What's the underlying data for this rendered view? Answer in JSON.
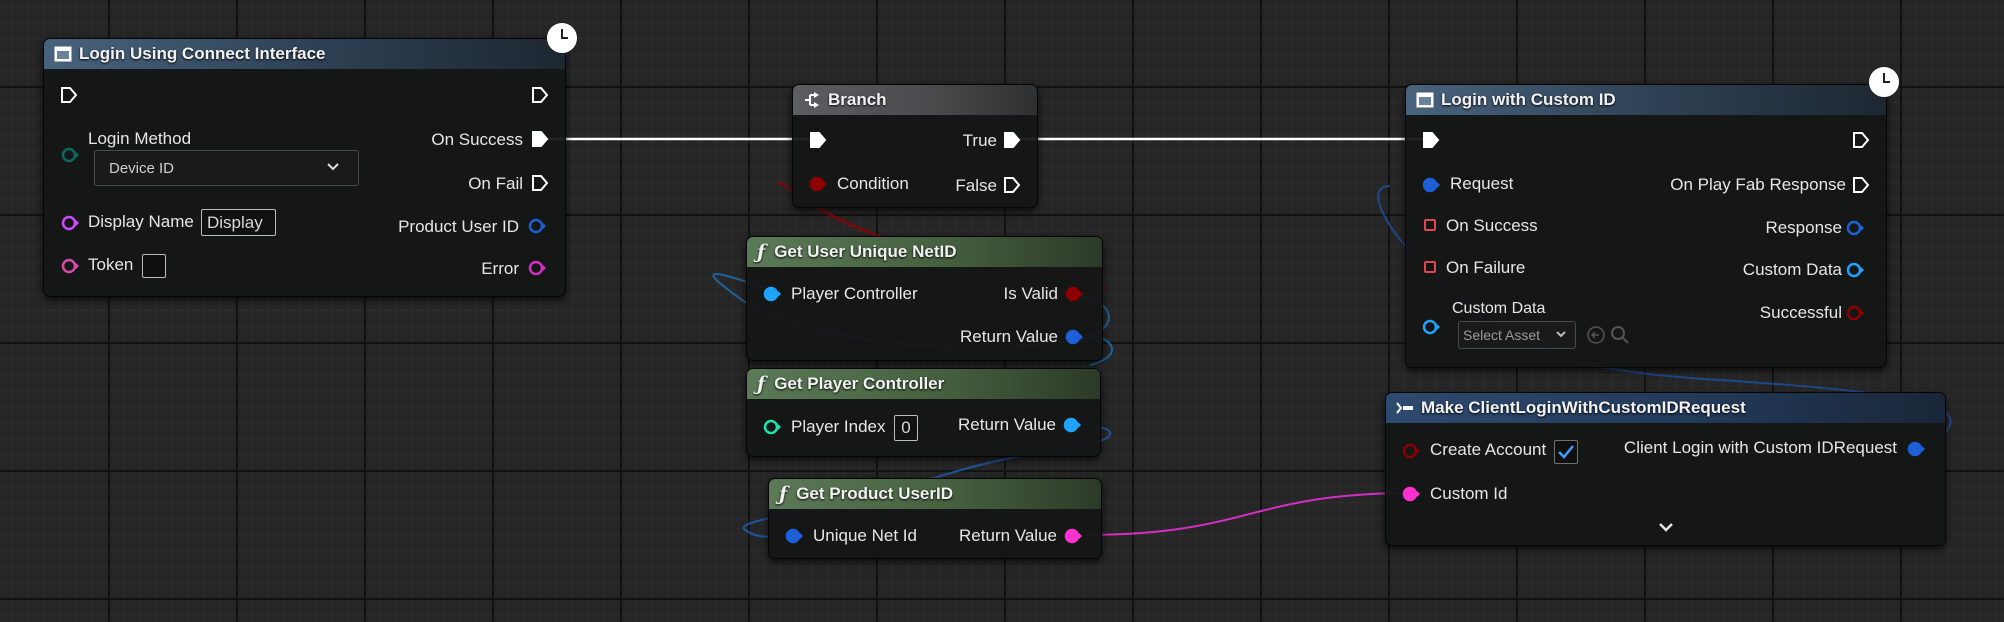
{
  "nodes": {
    "login_connect": {
      "title": "Login Using Connect Interface",
      "login_method_label": "Login Method",
      "login_method_value": "Device ID",
      "display_name_label": "Display Name",
      "display_name_value": "Display",
      "token_label": "Token",
      "on_success": "On Success",
      "on_fail": "On Fail",
      "product_user_id": "Product User ID",
      "error": "Error"
    },
    "branch": {
      "title": "Branch",
      "condition": "Condition",
      "true_label": "True",
      "false_label": "False"
    },
    "get_user_unique_netid": {
      "title": "Get User Unique NetID",
      "player_controller": "Player Controller",
      "is_valid": "Is Valid",
      "return_value": "Return Value"
    },
    "get_player_controller": {
      "title": "Get Player Controller",
      "player_index": "Player Index",
      "player_index_value": "0",
      "return_value": "Return Value"
    },
    "get_product_userid": {
      "title": "Get Product UserID",
      "unique_net_id": "Unique Net Id",
      "return_value": "Return Value"
    },
    "login_custom_id": {
      "title": "Login with Custom ID",
      "request": "Request",
      "on_success": "On Success",
      "on_failure": "On Failure",
      "custom_data": "Custom Data",
      "custom_data_select": "Select Asset",
      "on_playfab_response": "On Play Fab Response",
      "response": "Response",
      "custom_data_out": "Custom Data",
      "successful": "Successful"
    },
    "make_request": {
      "title": "Make ClientLoginWithCustomIDRequest",
      "create_account": "Create Account",
      "create_account_checked": true,
      "custom_id": "Custom Id",
      "output": "Client Login with Custom IDRequest"
    }
  },
  "icons": {
    "event_node": "window-icon",
    "branch_node": "branch-icon",
    "function": "function-icon",
    "make_struct": "make-struct-icon",
    "latent": "clock-icon",
    "expand": "chevron-down-icon",
    "browse": "arrow-left-circle-icon",
    "search": "search-icon"
  },
  "colors": {
    "exec": "#ffffff",
    "bool": "#8c0000",
    "object": "#20a2ff",
    "struct": "#1d5fd6",
    "string": "#ff30d0",
    "name": "#ca4bff",
    "int": "#1fe3af",
    "text": "#e070c0",
    "delegate": "#e0464f",
    "enum": "#0b6b5a"
  }
}
